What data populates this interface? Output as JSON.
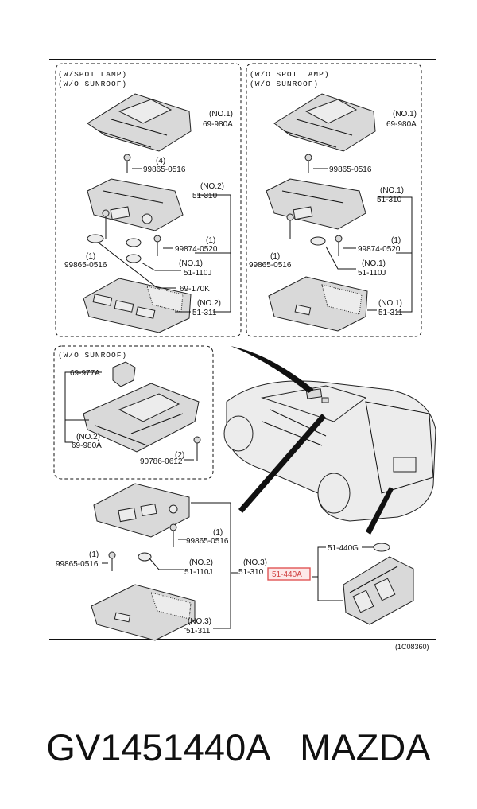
{
  "groups": {
    "top_left_header": [
      "(W/SPOT LAMP)",
      "(W/O SUNROOF)"
    ],
    "top_right_header": [
      "(W/O SPOT LAMP)",
      "(W/O SUNROOF)"
    ],
    "middle_header": "(W/O SUNROOF)"
  },
  "callouts": {
    "tl_no1": "(NO.1)",
    "tl_69980a": "69-980A",
    "tl_4": "(4)",
    "tl_99865a": "99865-0516",
    "tl_no2": "(NO.2)",
    "tl_51310": "51-310",
    "tl_1a": "(1)",
    "tl_99874": "99874-0520",
    "tl_1b": "(1)",
    "tl_99865b": "99865-0516",
    "tl_no1b": "(NO.1)",
    "tl_51110j": "51-110J",
    "tl_69170k": "69-170K",
    "tl_no2b": "(NO.2)",
    "tl_51311": "51-311",
    "tr_no1": "(NO.1)",
    "tr_69980a": "69-980A",
    "tr_99865a": "99865-0516",
    "tr_no1b": "(NO.1)",
    "tr_51310": "51-310",
    "tr_1a": "(1)",
    "tr_99874": "99874-0520",
    "tr_1b": "(1)",
    "tr_99865b": "99865-0516",
    "tr_no1c": "(NO.1)",
    "tr_51110j": "51-110J",
    "tr_no1d": "(NO.1)",
    "tr_51311": "51-311",
    "m_69977a": "69-977A",
    "m_no2": "(NO.2)",
    "m_69980a": "69-980A",
    "m_2": "(2)",
    "m_90786": "90786-0612",
    "b_1a": "(1)",
    "b_99865a": "99865-0516",
    "b_1b": "(1)",
    "b_99865b": "99865-0516",
    "b_no2": "(NO.2)",
    "b_51110j": "51-110J",
    "b_no3": "(NO.3)",
    "b_51310": "51-310",
    "b_51440a": "51-440A",
    "b_no3b": "(NO.3)",
    "b_51311": "51-311",
    "b_51440g": "51-440G",
    "ref_code": "(1C08360)"
  },
  "colors": {
    "highlight": "#e05555",
    "line": "#111111",
    "part_fill": "#d9d9d9"
  },
  "caption": {
    "part_number": "GV1451440A",
    "brand": "MAZDA"
  }
}
